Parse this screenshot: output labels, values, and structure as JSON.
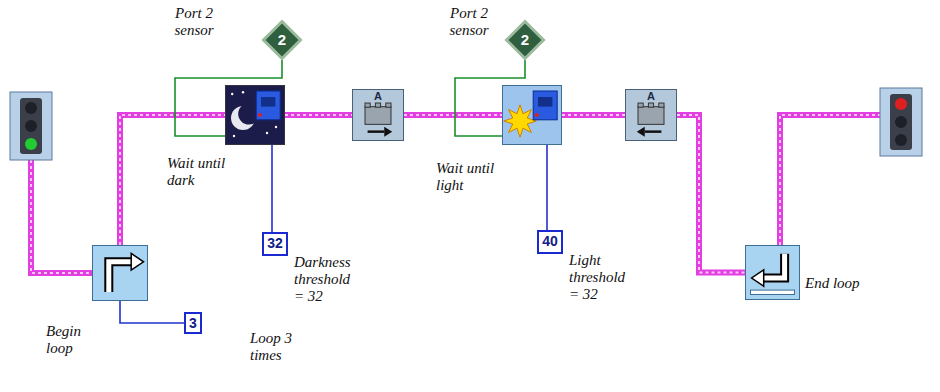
{
  "diagram": {
    "nodes": [
      {
        "text": [
          "Begin loop"
        ]
      },
      {
        "text": [
          "3",
          "Loop 3 times"
        ]
      },
      {
        "text": [
          "Port 2 sensor",
          "2"
        ]
      },
      {
        "text": [
          "Wait until dark"
        ]
      },
      {
        "text": [
          "32",
          "Darkness threshold = 32"
        ]
      },
      {
        "text": [
          "A"
        ]
      },
      {
        "text": [
          "Port 2 sensor",
          "2"
        ]
      },
      {
        "text": [
          "Wait until light"
        ]
      },
      {
        "text": [
          "40",
          "Light threshold = 32"
        ]
      },
      {
        "text": [
          "A"
        ]
      },
      {
        "text": [
          "End loop"
        ]
      }
    ],
    "edges": [
      {
        "from": 0,
        "to": 3,
        "arrow": "none"
      },
      {
        "from": 3,
        "to": 5,
        "arrow": "none"
      },
      {
        "from": 5,
        "to": 7,
        "arrow": "none"
      },
      {
        "from": 7,
        "to": 9,
        "arrow": "none"
      },
      {
        "from": 9,
        "to": 10,
        "arrow": "none"
      },
      {
        "from": 1,
        "to": 0,
        "arrow": "none"
      },
      {
        "from": 4,
        "to": 3,
        "arrow": "none"
      },
      {
        "from": 8,
        "to": 7,
        "arrow": "none"
      },
      {
        "from": 2,
        "to": 3,
        "arrow": "none"
      },
      {
        "from": 6,
        "to": 7,
        "arrow": "none"
      }
    ]
  }
}
